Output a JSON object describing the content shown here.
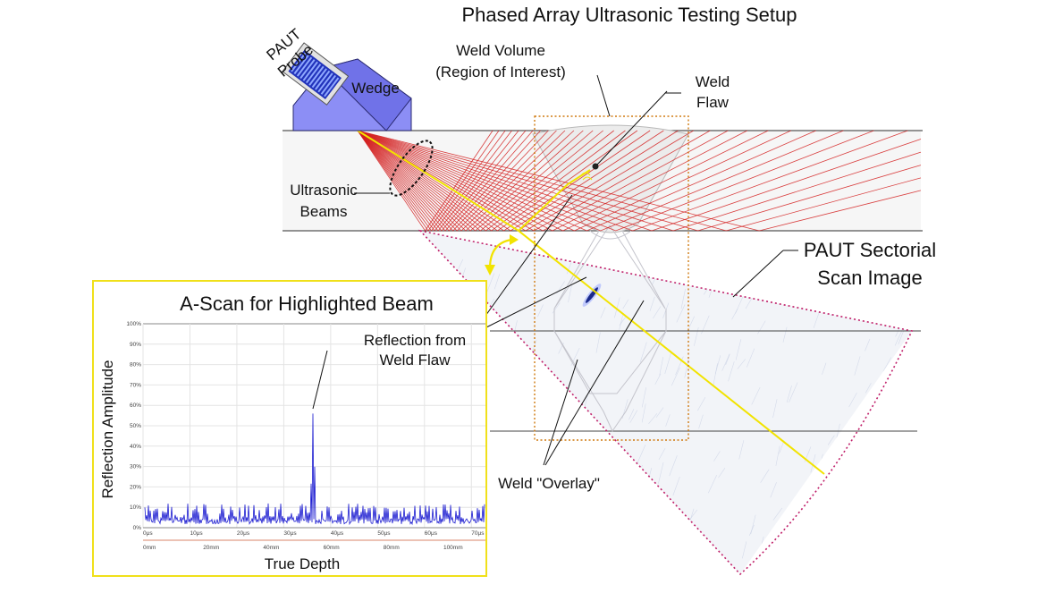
{
  "title": "Phased Array Ultrasonic Testing Setup",
  "labels": {
    "probe_line1": "PAUT",
    "probe_line2": "Probe",
    "wedge": "Wedge",
    "weld_volume_line1": "Weld Volume",
    "weld_volume_line2": "(Region of Interest)",
    "weld_flaw_line1": "Weld",
    "weld_flaw_line2": "Flaw",
    "ultrasonic_line1": "Ultrasonic",
    "ultrasonic_line2": "Beams",
    "sectorial_line1": "PAUT Sectorial",
    "sectorial_line2": "Scan Image",
    "weld_overlay": "Weld \"Overlay\""
  },
  "ascan": {
    "title": "A-Scan for Highlighted Beam",
    "ylabel": "Reflection Amplitude",
    "xlabel": "True Depth",
    "annotation_line1": "Reflection from",
    "annotation_line2": "Weld Flaw",
    "y_ticks": [
      "100%",
      "90%",
      "80%",
      "70%",
      "60%",
      "50%",
      "40%",
      "30%",
      "20%",
      "10%",
      "0%"
    ],
    "time_ticks": [
      "0μs",
      "10μs",
      "20μs",
      "30μs",
      "40μs",
      "50μs",
      "60μs",
      "70μs"
    ],
    "depth_ticks": [
      "0mm",
      "20mm",
      "40mm",
      "60mm",
      "80mm",
      "100mm"
    ]
  },
  "colors": {
    "beam": "#d42020",
    "highlight_beam": "#f2e300",
    "probe": "#2233bb",
    "wedge": "#8c8ef5",
    "ascan_signal": "#1a1ad0",
    "ascan_border": "#f0e01a",
    "scan_outline": "#c0206a",
    "roi_outline": "#d07a10"
  }
}
